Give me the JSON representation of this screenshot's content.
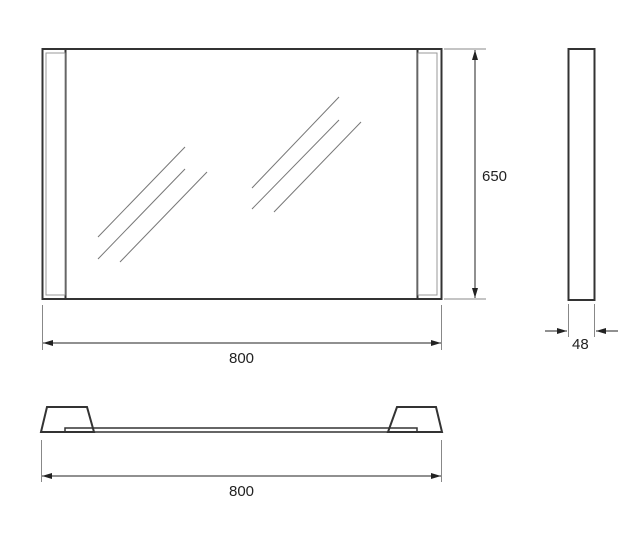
{
  "dimensions": {
    "front_width": "800",
    "front_height": "650",
    "side_depth": "48",
    "bottom_width": "800"
  },
  "colors": {
    "outline": "#333333",
    "thin": "#999999",
    "dim_line": "#444444"
  }
}
